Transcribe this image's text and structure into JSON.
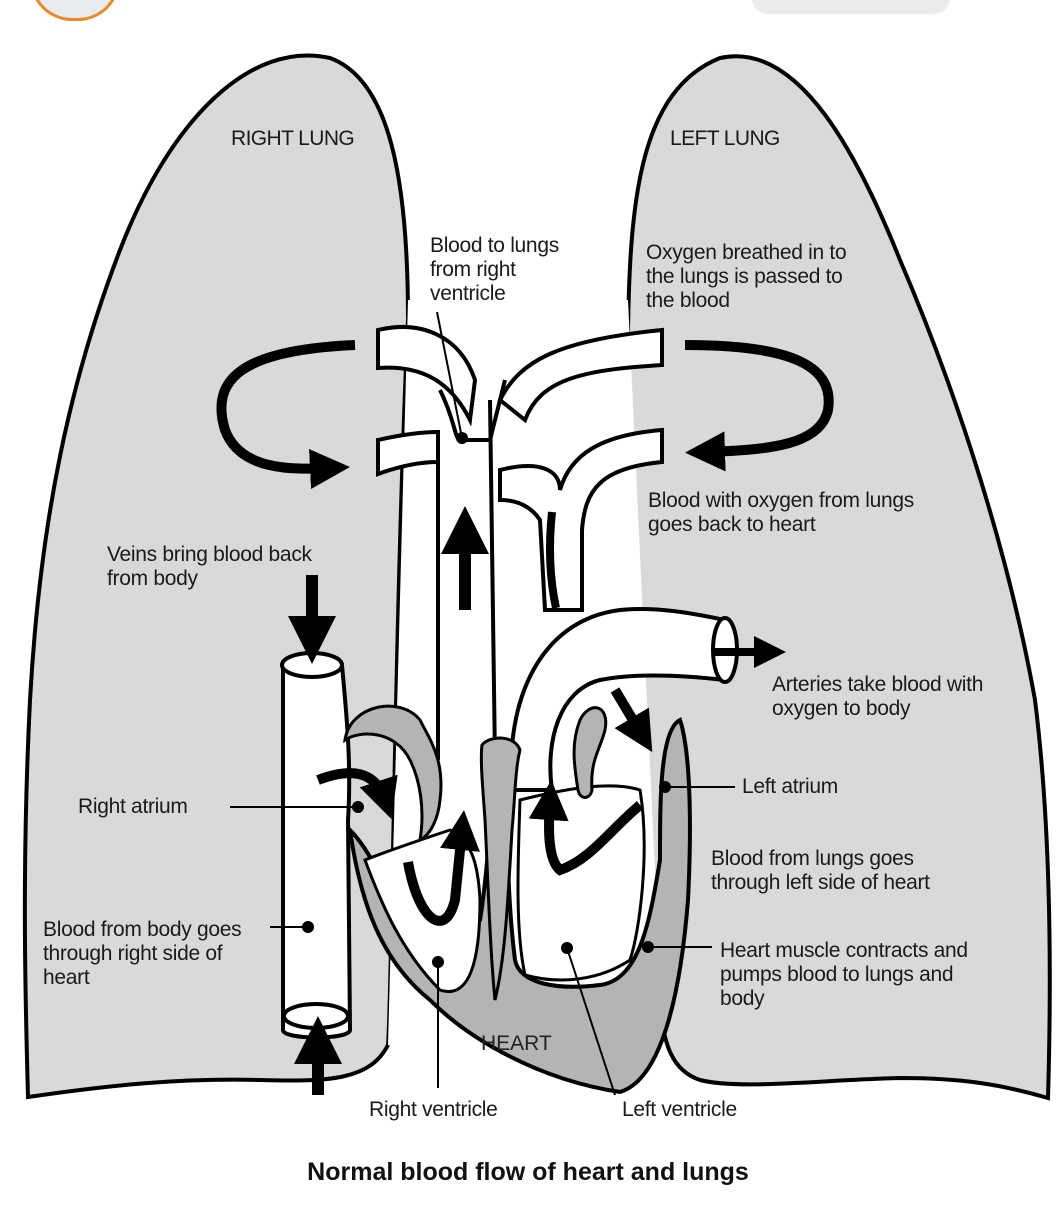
{
  "header": {
    "logo_icon": "app-logo-icon",
    "top_pill": ""
  },
  "lungs": {
    "right": "RIGHT LUNG",
    "left": "LEFT LUNG"
  },
  "heart_label": "HEART",
  "annotations": {
    "blood_to_lungs": "Blood to lungs\nfrom right\nventricle",
    "oxygen_breathed": "Oxygen breathed in to\nthe lungs is passed to\nthe blood",
    "blood_with_oxygen": "Blood with oxygen from lungs\ngoes back to heart",
    "veins_bring": "Veins bring blood back\nfrom body",
    "arteries_take": "Arteries take blood with\noxygen to body",
    "right_atrium": "Right atrium",
    "left_atrium": "Left atrium",
    "blood_from_lungs": "Blood from lungs goes\nthrough left side of heart",
    "blood_from_body": "Blood from body goes\nthrough right side of\nheart",
    "heart_muscle": "Heart muscle contracts and\npumps blood to lungs and\nbody",
    "right_ventricle": "Right ventricle",
    "left_ventricle": "Left ventricle"
  },
  "caption": "Normal blood flow of heart and lungs",
  "colors": {
    "lung_fill": "#d9d9d9",
    "muscle_fill": "#b4b4b4",
    "vessel_fill": "#ffffff",
    "outline": "#000000"
  }
}
